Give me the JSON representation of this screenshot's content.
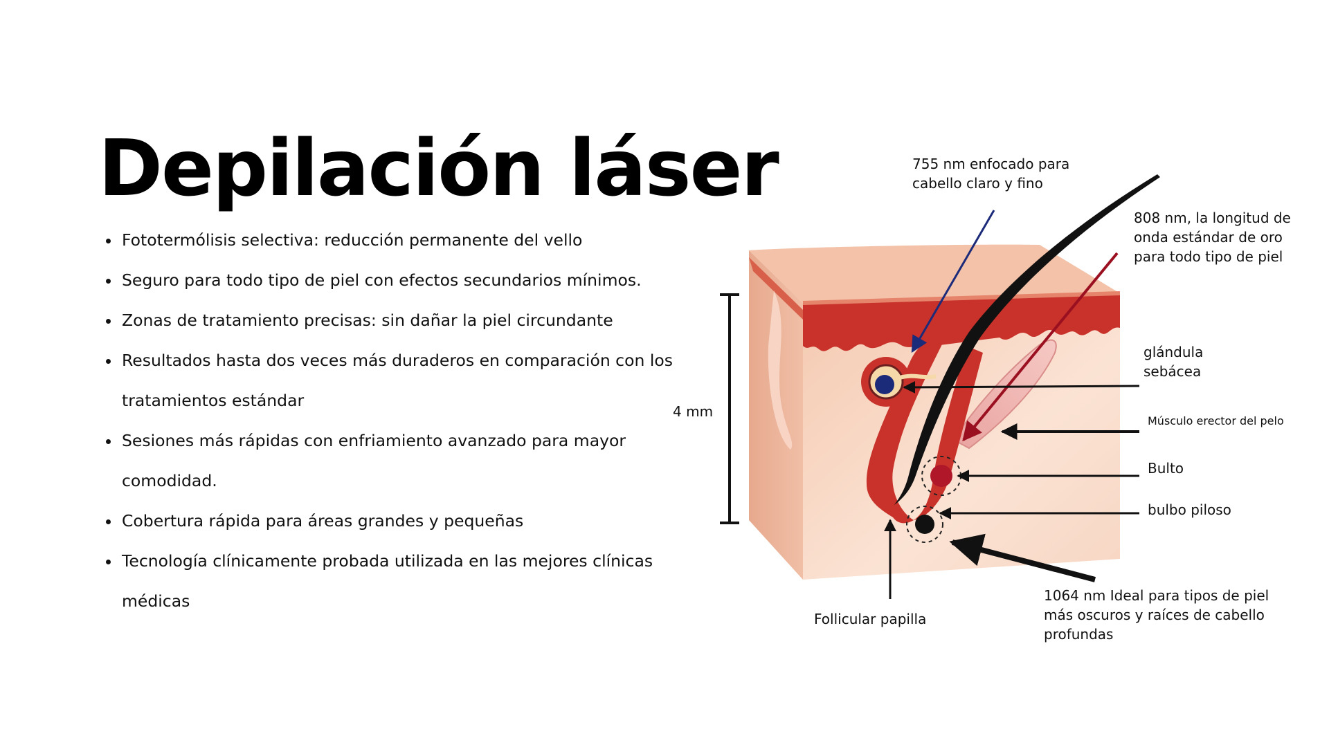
{
  "title": "Depilación láser",
  "bullets": [
    " Fototermólisis selectiva: reducción permanente del vello",
    "Seguro para todo tipo de piel con efectos secundarios mínimos.",
    "Zonas de tratamiento precisas: sin dañar la piel circundante",
    "Resultados hasta dos veces más duraderos en comparación con los tratamientos estándar",
    "Sesiones más rápidas con enfriamiento avanzado para mayor comodidad.",
    "Cobertura rápida para áreas grandes y pequeñas",
    "Tecnología clínicamente probada utilizada en las mejores clínicas médicas"
  ],
  "diagram": {
    "depth_label": "4 mm",
    "label_755": [
      "755 nm enfocado para",
      "cabello claro y fino"
    ],
    "label_808": [
      "808 nm, la longitud de",
      "onda estándar de oro",
      "para todo tipo de piel"
    ],
    "label_sebaceous": [
      "glándula",
      "sebácea"
    ],
    "label_erector": "Músculo erector del pelo",
    "label_bulge": "Bulto",
    "label_bulb": "bulbo piloso",
    "label_papilla": "Follicular papilla",
    "label_1064": [
      "1064 nm Ideal para tipos de piel",
      "más oscuros y raíces de cabello",
      "profundas"
    ],
    "colors": {
      "laser_755": "#1c2a7a",
      "laser_808": "#9b1020",
      "skin": "#f6cdb5",
      "dermis": "#c8322a"
    }
  }
}
